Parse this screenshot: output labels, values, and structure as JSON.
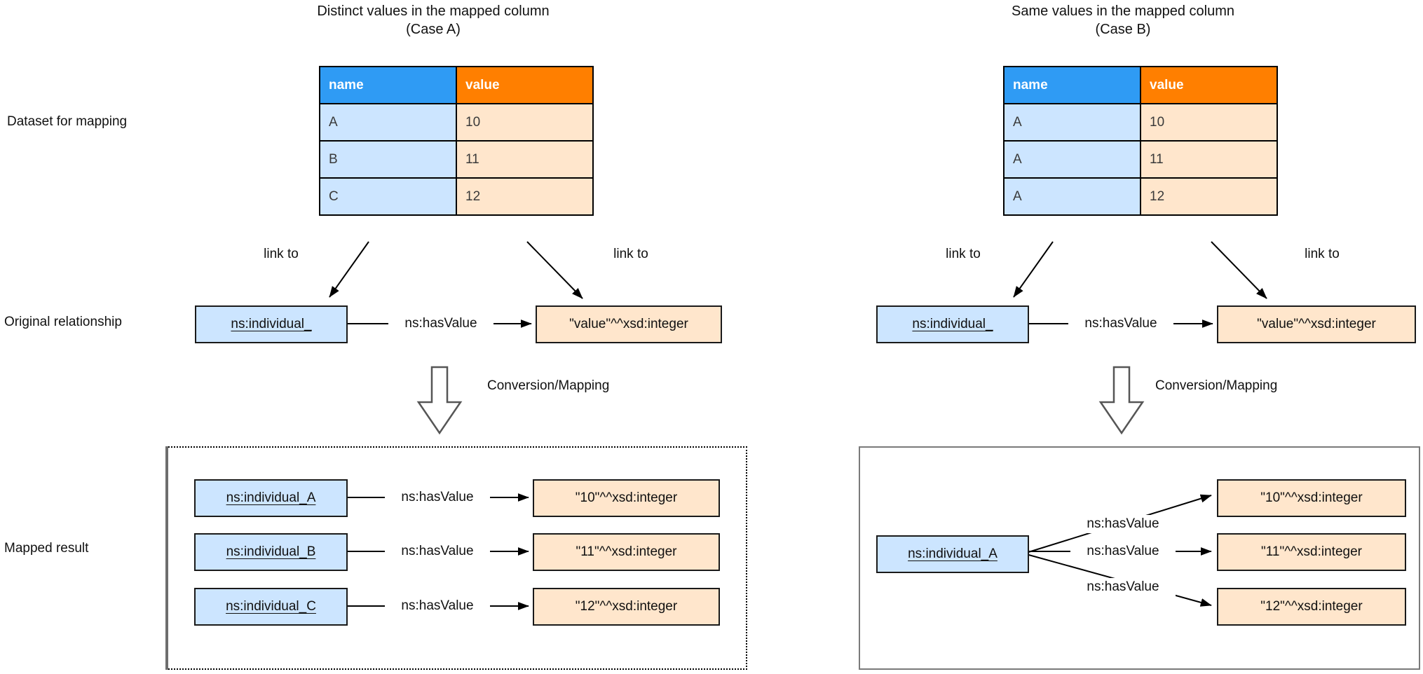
{
  "side_labels": {
    "dataset": "Dataset for mapping",
    "original": "Original relationship",
    "mapped": "Mapped result"
  },
  "colors": {
    "header_blue": "#2f9bf4",
    "header_orange": "#ff7f00",
    "cell_blue": "#cce5ff",
    "cell_orange": "#ffe6cc",
    "container_b_border": "#7a7a7a",
    "container_a_left_bar": "#6e6e6e"
  },
  "panels": [
    {
      "title_line1": "Distinct values in the mapped column",
      "title_line2": "(Case A)",
      "table": {
        "headers": [
          "name",
          "value"
        ],
        "rows": [
          [
            "A",
            "10"
          ],
          [
            "B",
            "11"
          ],
          [
            "C",
            "12"
          ]
        ]
      },
      "link_to_left": "link to",
      "link_to_right": "link to",
      "original": {
        "subject": "ns:individual_",
        "predicate": "ns:hasValue",
        "object": "\"value\"^^xsd:integer"
      },
      "conversion_label": "Conversion/Mapping",
      "mapped_rows": [
        {
          "subject": "ns:individual_A",
          "predicate": "ns:hasValue",
          "object": "\"10\"^^xsd:integer"
        },
        {
          "subject": "ns:individual_B",
          "predicate": "ns:hasValue",
          "object": "\"11\"^^xsd:integer"
        },
        {
          "subject": "ns:individual_C",
          "predicate": "ns:hasValue",
          "object": "\"12\"^^xsd:integer"
        }
      ]
    },
    {
      "title_line1": "Same values in the mapped column",
      "title_line2": "(Case B)",
      "table": {
        "headers": [
          "name",
          "value"
        ],
        "rows": [
          [
            "A",
            "10"
          ],
          [
            "A",
            "11"
          ],
          [
            "A",
            "12"
          ]
        ]
      },
      "link_to_left": "link to",
      "link_to_right": "link to",
      "original": {
        "subject": "ns:individual_",
        "predicate": "ns:hasValue",
        "object": "\"value\"^^xsd:integer"
      },
      "conversion_label": "Conversion/Mapping",
      "mapped_fan": {
        "subject": "ns:individual_A",
        "edges": [
          {
            "predicate": "ns:hasValue",
            "object": "\"10\"^^xsd:integer"
          },
          {
            "predicate": "ns:hasValue",
            "object": "\"11\"^^xsd:integer"
          },
          {
            "predicate": "ns:hasValue",
            "object": "\"12\"^^xsd:integer"
          }
        ]
      }
    }
  ]
}
